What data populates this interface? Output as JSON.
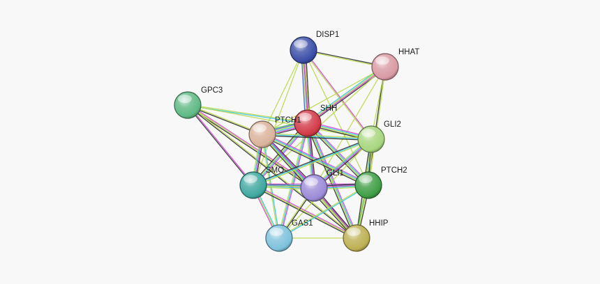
{
  "network": {
    "nodes": [
      {
        "id": "DISP1",
        "label": "DISP1",
        "color": "#3b4ea8"
      },
      {
        "id": "HHAT",
        "label": "HHAT",
        "color": "#d99aa4"
      },
      {
        "id": "GPC3",
        "label": "GPC3",
        "color": "#5fb985"
      },
      {
        "id": "SHH",
        "label": "SHH",
        "color": "#d23a48"
      },
      {
        "id": "PTCH1",
        "label": "PTCH1",
        "color": "#d9b39a"
      },
      {
        "id": "GLI2",
        "label": "GLI2",
        "color": "#a7d67e"
      },
      {
        "id": "SMO",
        "label": "SMO",
        "color": "#3fa8a0"
      },
      {
        "id": "GLI1",
        "label": "GLI1",
        "color": "#9b8ad8"
      },
      {
        "id": "PTCH2",
        "label": "PTCH2",
        "color": "#3f9e45"
      },
      {
        "id": "GAS1",
        "label": "GAS1",
        "color": "#7ec2dc"
      },
      {
        "id": "HHIP",
        "label": "HHIP",
        "color": "#bdb053"
      }
    ],
    "edge_colors": {
      "black": "#2b2b2b",
      "magenta": "#d43fd4",
      "cyan": "#33c6e0",
      "yellow": "#b8d84a",
      "blue": "#3b5bd6",
      "green": "#4fb84f"
    },
    "edges": [
      {
        "source": "DISP1",
        "target": "SHH",
        "types": [
          "black",
          "magenta",
          "cyan",
          "yellow",
          "blue"
        ]
      },
      {
        "source": "DISP1",
        "target": "HHAT",
        "types": [
          "black",
          "yellow"
        ]
      },
      {
        "source": "DISP1",
        "target": "PTCH1",
        "types": [
          "yellow"
        ]
      },
      {
        "source": "DISP1",
        "target": "GLI2",
        "types": [
          "magenta",
          "yellow"
        ]
      },
      {
        "source": "DISP1",
        "target": "GLI1",
        "types": [
          "yellow",
          "magenta"
        ]
      },
      {
        "source": "DISP1",
        "target": "PTCH2",
        "types": [
          "yellow"
        ]
      },
      {
        "source": "DISP1",
        "target": "SMO",
        "types": [
          "yellow"
        ]
      },
      {
        "source": "HHAT",
        "target": "SHH",
        "types": [
          "black",
          "magenta",
          "yellow",
          "cyan"
        ]
      },
      {
        "source": "HHAT",
        "target": "PTCH1",
        "types": [
          "yellow"
        ]
      },
      {
        "source": "HHAT",
        "target": "PTCH2",
        "types": [
          "yellow",
          "black"
        ]
      },
      {
        "source": "HHAT",
        "target": "GLI1",
        "types": [
          "yellow"
        ]
      },
      {
        "source": "HHAT",
        "target": "SMO",
        "types": [
          "yellow"
        ]
      },
      {
        "source": "HHAT",
        "target": "GLI2",
        "types": [
          "yellow"
        ]
      },
      {
        "source": "GPC3",
        "target": "SHH",
        "types": [
          "yellow",
          "cyan"
        ]
      },
      {
        "source": "GPC3",
        "target": "PTCH1",
        "types": [
          "yellow",
          "black"
        ]
      },
      {
        "source": "GPC3",
        "target": "GLI1",
        "types": [
          "magenta",
          "yellow",
          "black"
        ]
      },
      {
        "source": "GPC3",
        "target": "SMO",
        "types": [
          "magenta",
          "black"
        ]
      },
      {
        "source": "GPC3",
        "target": "GLI2",
        "types": [
          "yellow"
        ]
      },
      {
        "source": "GPC3",
        "target": "HHIP",
        "types": [
          "yellow",
          "black"
        ]
      },
      {
        "source": "SHH",
        "target": "PTCH1",
        "types": [
          "black",
          "magenta",
          "cyan",
          "yellow",
          "blue",
          "green"
        ]
      },
      {
        "source": "SHH",
        "target": "GLI2",
        "types": [
          "magenta",
          "cyan",
          "yellow",
          "black"
        ]
      },
      {
        "source": "SHH",
        "target": "SMO",
        "types": [
          "magenta",
          "cyan",
          "yellow",
          "black"
        ]
      },
      {
        "source": "SHH",
        "target": "GLI1",
        "types": [
          "black",
          "magenta",
          "cyan",
          "yellow"
        ]
      },
      {
        "source": "SHH",
        "target": "PTCH2",
        "types": [
          "magenta",
          "cyan",
          "yellow",
          "black"
        ]
      },
      {
        "source": "SHH",
        "target": "GAS1",
        "types": [
          "magenta",
          "cyan",
          "yellow"
        ]
      },
      {
        "source": "SHH",
        "target": "HHIP",
        "types": [
          "magenta",
          "cyan",
          "yellow",
          "black"
        ]
      },
      {
        "source": "PTCH1",
        "target": "GLI2",
        "types": [
          "yellow",
          "cyan",
          "black"
        ]
      },
      {
        "source": "PTCH1",
        "target": "SMO",
        "types": [
          "black",
          "magenta",
          "cyan",
          "yellow"
        ]
      },
      {
        "source": "PTCH1",
        "target": "GLI1",
        "types": [
          "black",
          "magenta",
          "cyan",
          "yellow"
        ]
      },
      {
        "source": "PTCH1",
        "target": "PTCH2",
        "types": [
          "magenta",
          "cyan",
          "yellow",
          "black"
        ]
      },
      {
        "source": "PTCH1",
        "target": "GAS1",
        "types": [
          "cyan",
          "yellow"
        ]
      },
      {
        "source": "PTCH1",
        "target": "HHIP",
        "types": [
          "magenta",
          "cyan",
          "yellow",
          "black"
        ]
      },
      {
        "source": "GLI2",
        "target": "SMO",
        "types": [
          "yellow",
          "cyan",
          "black"
        ]
      },
      {
        "source": "GLI2",
        "target": "GLI1",
        "types": [
          "black",
          "magenta",
          "cyan",
          "yellow"
        ]
      },
      {
        "source": "GLI2",
        "target": "PTCH2",
        "types": [
          "yellow",
          "black",
          "cyan"
        ]
      },
      {
        "source": "GLI2",
        "target": "HHIP",
        "types": [
          "yellow",
          "black"
        ]
      },
      {
        "source": "GLI2",
        "target": "GAS1",
        "types": [
          "yellow"
        ]
      },
      {
        "source": "SMO",
        "target": "GLI1",
        "types": [
          "black",
          "magenta",
          "cyan",
          "yellow"
        ]
      },
      {
        "source": "SMO",
        "target": "PTCH2",
        "types": [
          "magenta",
          "cyan",
          "yellow"
        ]
      },
      {
        "source": "SMO",
        "target": "GAS1",
        "types": [
          "cyan",
          "yellow",
          "magenta"
        ]
      },
      {
        "source": "SMO",
        "target": "HHIP",
        "types": [
          "magenta",
          "yellow",
          "black"
        ]
      },
      {
        "source": "GLI1",
        "target": "PTCH2",
        "types": [
          "black",
          "magenta",
          "cyan",
          "yellow"
        ]
      },
      {
        "source": "GLI1",
        "target": "GAS1",
        "types": [
          "black",
          "yellow"
        ]
      },
      {
        "source": "GLI1",
        "target": "HHIP",
        "types": [
          "black",
          "magenta",
          "yellow"
        ]
      },
      {
        "source": "PTCH2",
        "target": "HHIP",
        "types": [
          "black",
          "yellow",
          "green"
        ]
      },
      {
        "source": "PTCH2",
        "target": "GAS1",
        "types": [
          "cyan",
          "yellow"
        ]
      },
      {
        "source": "GAS1",
        "target": "HHIP",
        "types": [
          "yellow"
        ]
      }
    ]
  }
}
